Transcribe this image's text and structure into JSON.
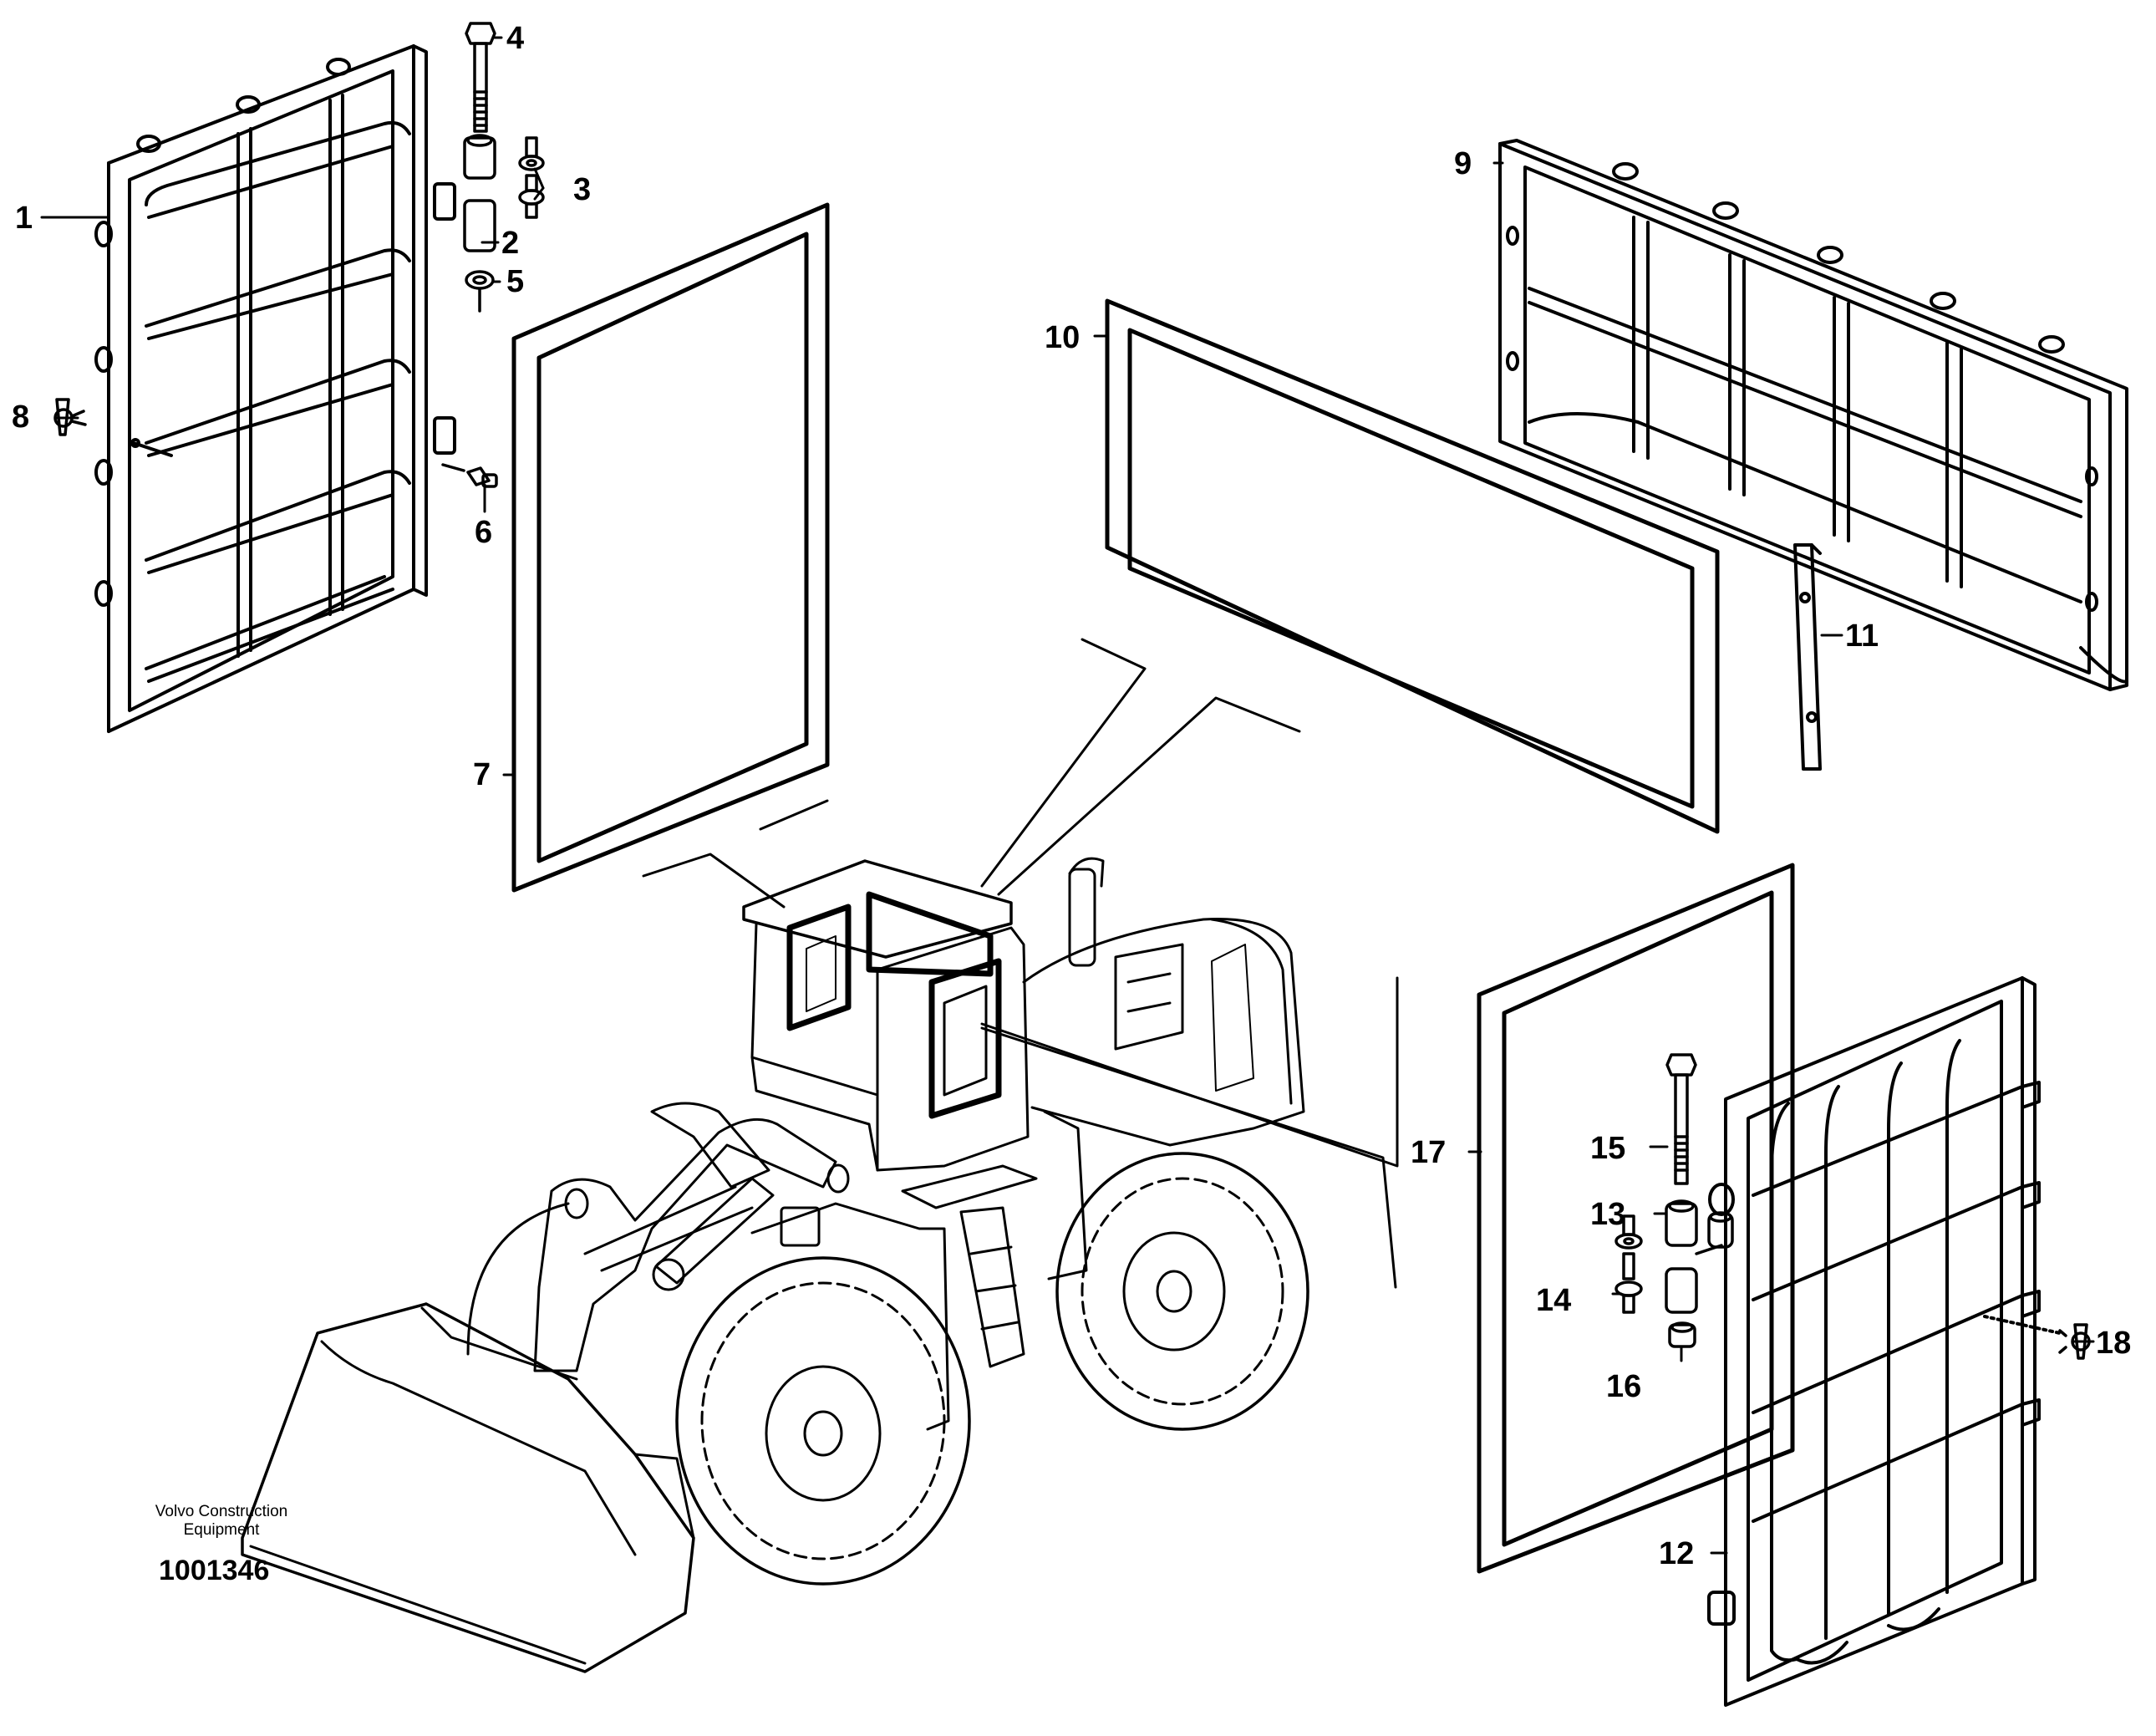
{
  "callouts": {
    "c1": "1",
    "c2": "2",
    "c3": "3",
    "c4": "4",
    "c5": "5",
    "c6": "6",
    "c7": "7",
    "c8": "8",
    "c9": "9",
    "c10": "10",
    "c11": "11",
    "c12": "12",
    "c13": "13",
    "c14": "14",
    "c15": "15",
    "c16": "16",
    "c17": "17",
    "c18": "18"
  },
  "credit": {
    "line1": "Volvo Construction",
    "line2": "Equipment"
  },
  "document_number": "1001346",
  "colors": {
    "ink": "#000000",
    "paper": "#ffffff"
  }
}
